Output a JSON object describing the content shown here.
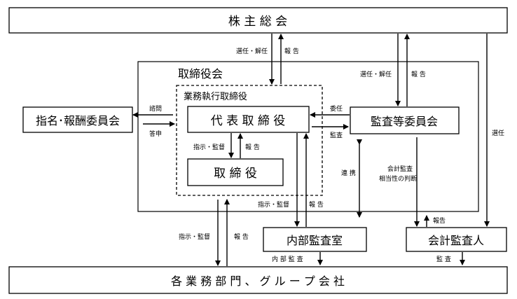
{
  "boxes": {
    "shareholders": "株 主 総 会",
    "board": "取締役会",
    "executive_group": "業務執行取締役",
    "representative": "代 表 取 締 役",
    "directors": "取 締 役",
    "nomination": "指名･報酬委員会",
    "audit_committee": "監査等委員会",
    "internal_audit": "内部監査室",
    "accounting_auditor": "会計監査人",
    "departments": "各 業 務 部 門 、 グ ル ー プ 会 社"
  },
  "labels": {
    "elect_dismiss_board": "選任・解任",
    "report_board": "報 告",
    "elect_dismiss_audit": "選任・解任",
    "report_audit": "報 告",
    "elect_auditor": "選任",
    "consult": "諮問",
    "respond": "答申",
    "delegate": "委任",
    "audit_supervise": "監査",
    "instruct_supervise_inner": "指示・監督",
    "report_inner": "報 告",
    "cooperation": "連 携",
    "accounting_audit": "会計監査",
    "appropriateness": "相当性の判断",
    "instruct_supervise_internal": "指示・監督",
    "report_internal": "報 告",
    "instruct_supervise_dept": "指示・監督",
    "report_dept": "報 告",
    "internal_audit_arrow": "内 部 監 査",
    "report_auditor": "報告",
    "audit_auditor": "監 査"
  }
}
